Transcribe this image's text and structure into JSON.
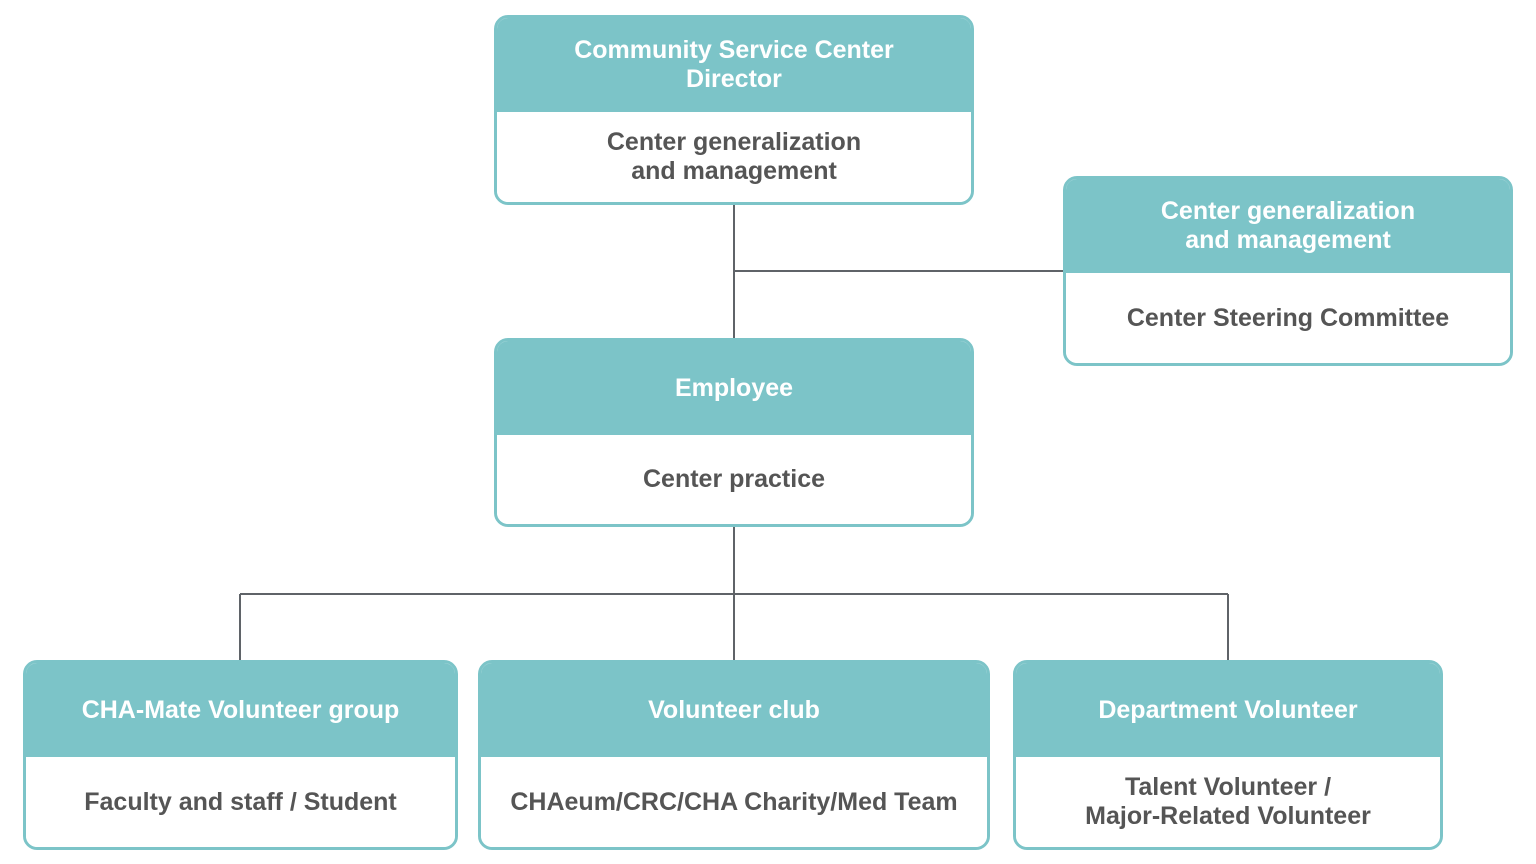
{
  "org_chart": {
    "director": {
      "title": "Community Service Center\nDirector",
      "role": "Center generalization\nand management"
    },
    "steering": {
      "title": "Center generalization\nand management",
      "role": "Center Steering Committee"
    },
    "employee": {
      "title": "Employee",
      "role": "Center practice"
    },
    "units": [
      {
        "title": "CHA-Mate Volunteer group",
        "role": "Faculty and staff / Student"
      },
      {
        "title": "Volunteer club",
        "role": "CHAeum/CRC/CHA Charity/Med Team"
      },
      {
        "title": "Department Volunteer",
        "role": "Talent Volunteer /\nMajor-Related Volunteer"
      }
    ]
  },
  "colors": {
    "header_fill": "#7cc4c8",
    "border": "#7cc4c8",
    "body_text": "#555555",
    "header_text": "#ffffff",
    "connector": "#5f6368"
  }
}
